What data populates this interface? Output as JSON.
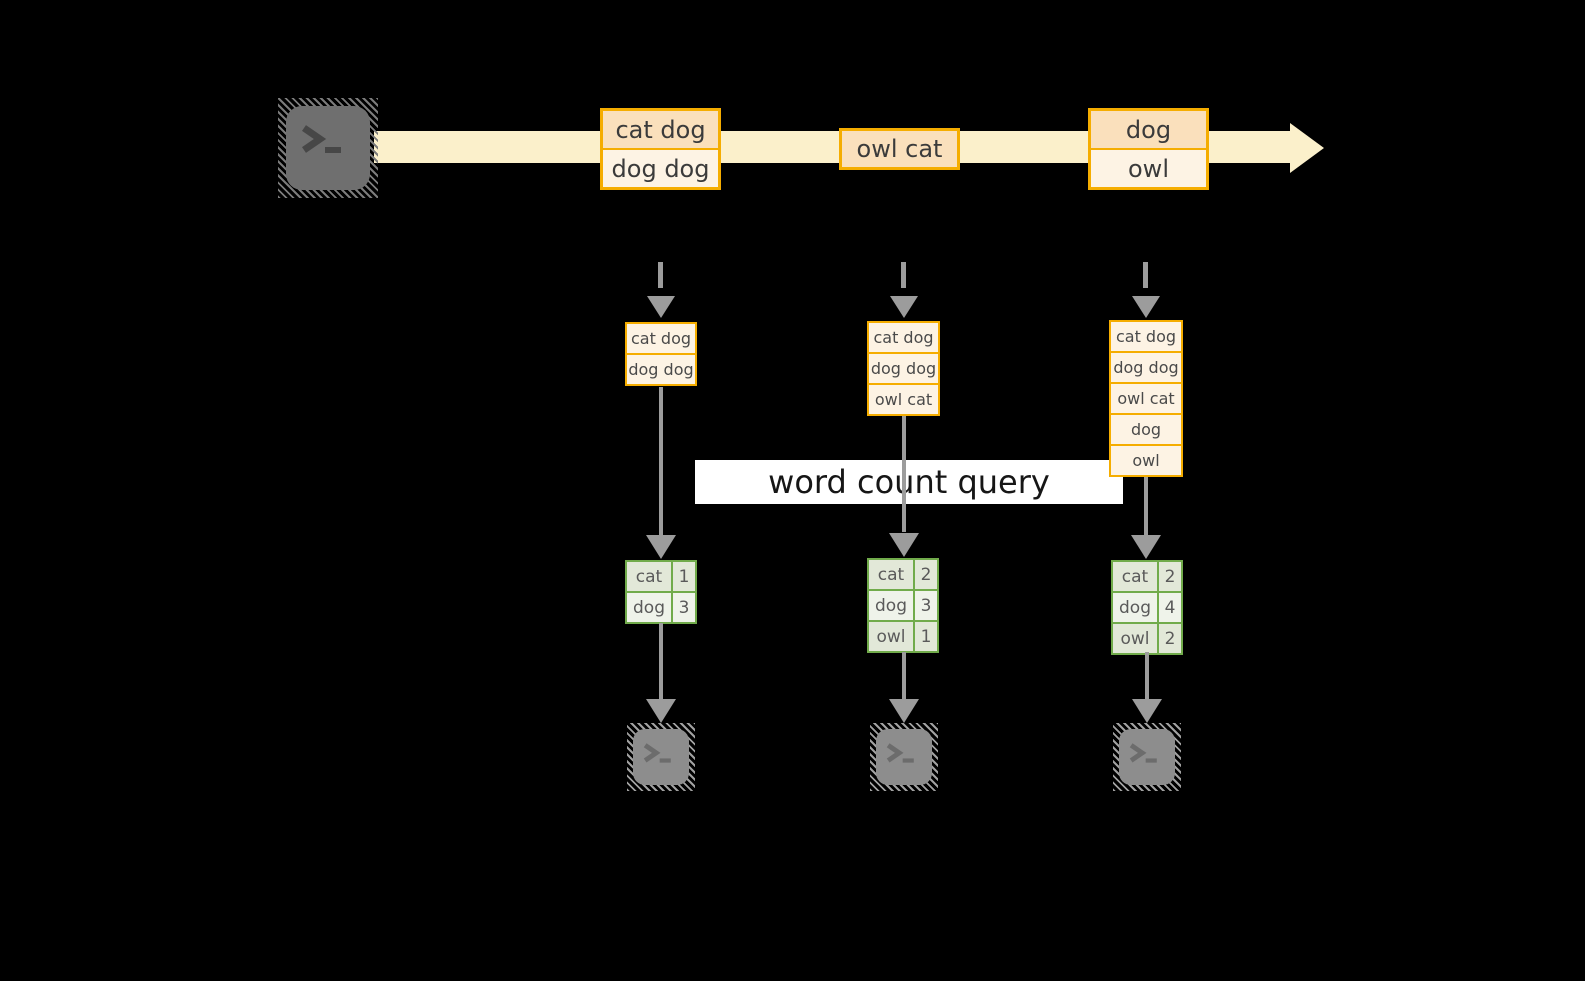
{
  "diagram": {
    "title_banner": "word count query",
    "stream_events": [
      {
        "lines": [
          "cat dog",
          "dog dog"
        ]
      },
      {
        "lines": [
          "owl cat"
        ]
      },
      {
        "lines": [
          "dog",
          "owl"
        ]
      }
    ],
    "input_batches": [
      {
        "lines": [
          "cat dog",
          "dog dog"
        ]
      },
      {
        "lines": [
          "cat dog",
          "dog dog",
          "owl cat"
        ]
      },
      {
        "lines": [
          "cat dog",
          "dog dog",
          "owl cat",
          "dog",
          "owl"
        ]
      }
    ],
    "result_tables": [
      {
        "rows": [
          [
            "cat",
            "1"
          ],
          [
            "dog",
            "3"
          ]
        ]
      },
      {
        "rows": [
          [
            "cat",
            "2"
          ],
          [
            "dog",
            "3"
          ],
          [
            "owl",
            "1"
          ]
        ]
      },
      {
        "rows": [
          [
            "cat",
            "2"
          ],
          [
            "dog",
            "4"
          ],
          [
            "owl",
            "2"
          ]
        ]
      }
    ],
    "icons": {
      "source": "terminal-icon",
      "sinks": [
        "terminal-icon",
        "terminal-icon",
        "terminal-icon"
      ]
    },
    "colors": {
      "background": "#000000",
      "stream_band": "#fbf0cb",
      "event_border": "#f5ad00",
      "event_fill_dark": "#fae0bc",
      "event_fill_light": "#fdf3e4",
      "table_border": "#71ab4b",
      "table_row_dark": "#e2e8d8",
      "table_row_light": "#eff3ea",
      "arrow_gray": "#9c9c9c",
      "banner_bg": "#ffffff",
      "text_dark": "#3b3b3b"
    }
  }
}
